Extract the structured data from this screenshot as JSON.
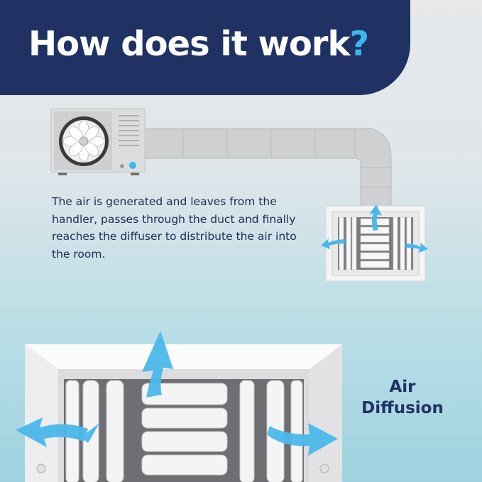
{
  "header": {
    "title": "How does it work",
    "title_mark": "?"
  },
  "description": "The air is generated and leaves from the handler, passes through the duct and finally reaches the diffuser to distribute the air into the room.",
  "label": {
    "line1": "Air",
    "line2": "Diffusion"
  },
  "colors": {
    "navy": "#1f3263",
    "accent": "#3cb6ee",
    "arrow": "#4ab8ea",
    "duct": "#c7c8ca"
  }
}
